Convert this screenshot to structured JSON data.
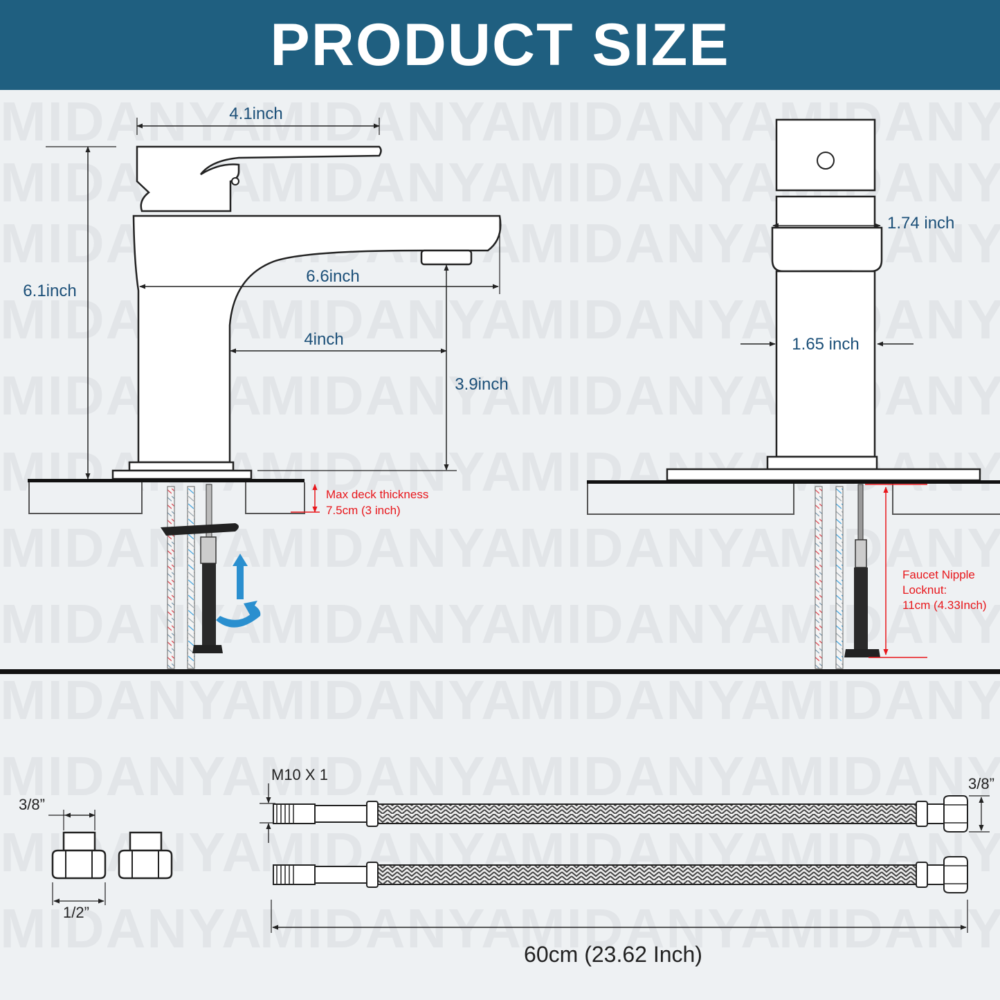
{
  "header": {
    "title": "PRODUCT SIZE"
  },
  "watermark": {
    "text": "MIDANYA"
  },
  "front_view": {
    "handle_width": "4.1inch",
    "total_height": "6.1inch",
    "spout_length": "6.6inch",
    "spout_reach": "4inch",
    "spout_height": "3.9inch",
    "deck_label_1": "Max deck thickness",
    "deck_label_2": "7.5cm (3 inch)"
  },
  "side_view": {
    "top_width": "1.74 inch",
    "body_width": "1.65 inch",
    "nipple_label_1": "Faucet Nipple",
    "nipple_label_2": "Locknut:",
    "nipple_label_3": "11cm (4.33Inch)"
  },
  "adapters": {
    "top_size": "3/8”",
    "bottom_size": "1/2”"
  },
  "hoses": {
    "thread_label": "M10 X 1",
    "nut_size": "3/8”",
    "length": "60cm (23.62 Inch)"
  },
  "colors": {
    "banner": "#1f5f80",
    "dimension_text": "#1b4f78",
    "warning_text": "#e8161b",
    "arrow_blue": "#2a8fcf"
  }
}
